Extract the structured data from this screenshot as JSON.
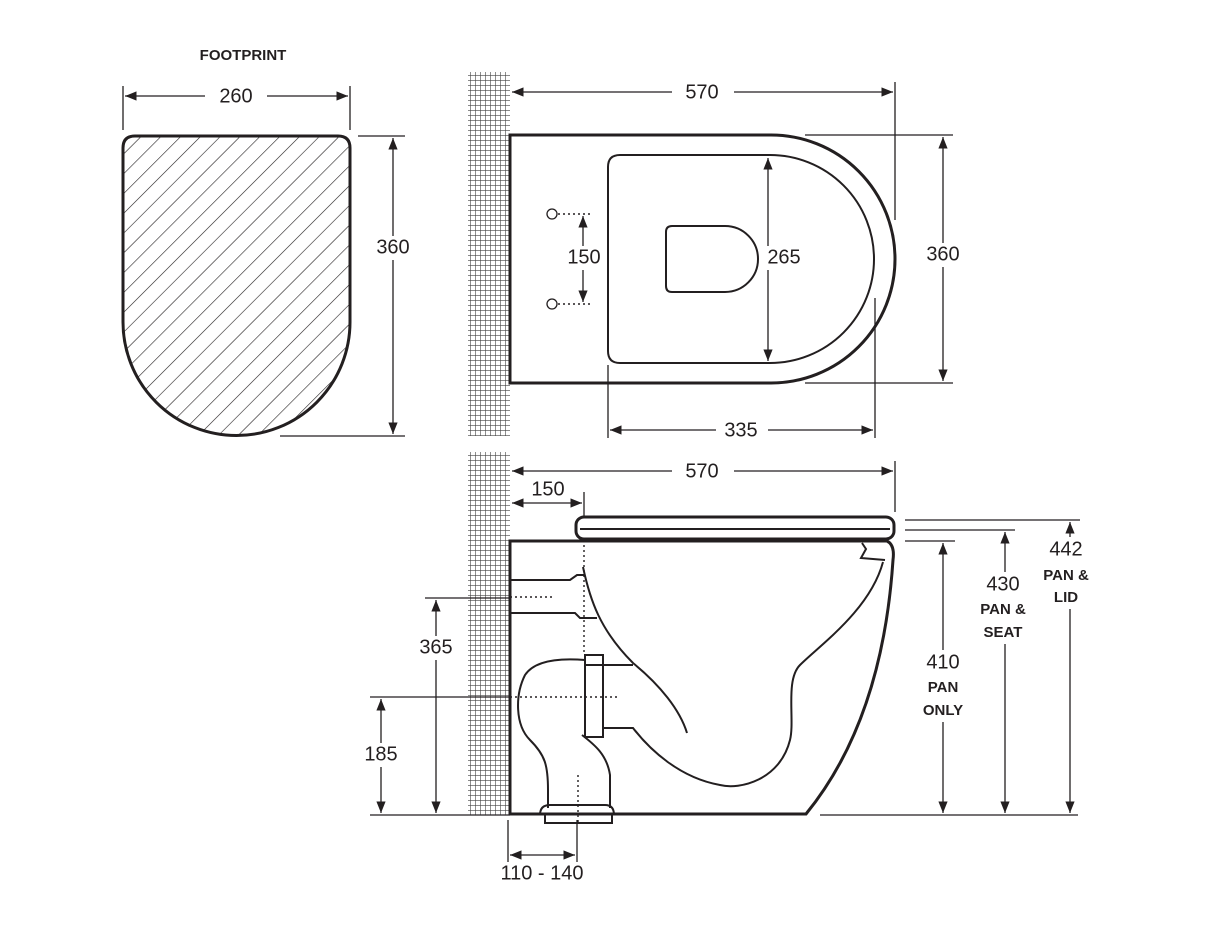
{
  "title": "FOOTPRINT",
  "footprint": {
    "width": "260",
    "depth": "360"
  },
  "plan_view": {
    "length": "570",
    "width": "360",
    "seat_width": "265",
    "fixing_spacing": "150",
    "seat_depth": "335"
  },
  "side_view": {
    "length": "570",
    "seat_offset": "150",
    "inlet_height": "365",
    "outlet_height": "185",
    "outlet_setout": "110 - 140",
    "pan_only": {
      "value": "410",
      "label_1": "PAN",
      "label_2": "ONLY"
    },
    "pan_seat": {
      "value": "430",
      "label_1": "PAN &",
      "label_2": "SEAT"
    },
    "pan_lid": {
      "value": "442",
      "label_1": "PAN &",
      "label_2": "LID"
    }
  },
  "colors": {
    "ink": "#231f20",
    "background": "#ffffff"
  }
}
